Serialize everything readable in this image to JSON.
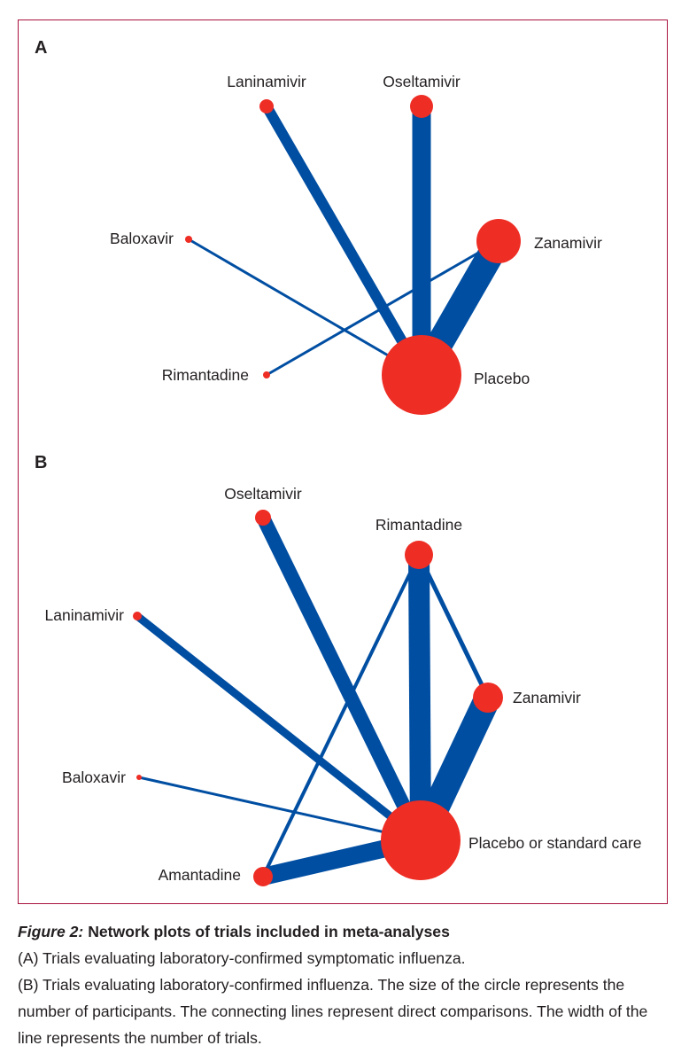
{
  "colors": {
    "node": "#ee2d24",
    "edge": "#004ea2",
    "frame": "#a8123e",
    "text": "#231f20"
  },
  "panels": [
    {
      "letter": "A",
      "nodes": [
        {
          "id": "laninamivir",
          "label": "Laninamivir"
        },
        {
          "id": "oseltamivir",
          "label": "Oseltamivir"
        },
        {
          "id": "baloxavir",
          "label": "Baloxavir"
        },
        {
          "id": "zanamivir",
          "label": "Zanamivir"
        },
        {
          "id": "rimantadine",
          "label": "Rimantadine"
        },
        {
          "id": "placebo",
          "label": "Placebo"
        }
      ],
      "edges": [
        {
          "from": "laninamivir",
          "to": "placebo"
        },
        {
          "from": "oseltamivir",
          "to": "placebo"
        },
        {
          "from": "baloxavir",
          "to": "placebo"
        },
        {
          "from": "zanamivir",
          "to": "placebo"
        },
        {
          "from": "rimantadine",
          "to": "zanamivir"
        }
      ]
    },
    {
      "letter": "B",
      "nodes": [
        {
          "id": "oseltamivir",
          "label": "Oseltamivir"
        },
        {
          "id": "rimantadine",
          "label": "Rimantadine"
        },
        {
          "id": "laninamivir",
          "label": "Laninamivir"
        },
        {
          "id": "zanamivir",
          "label": "Zanamivir"
        },
        {
          "id": "baloxavir",
          "label": "Baloxavir"
        },
        {
          "id": "amantadine",
          "label": "Amantadine"
        },
        {
          "id": "placebo",
          "label": "Placebo or standard care"
        }
      ],
      "edges": [
        {
          "from": "oseltamivir",
          "to": "placebo"
        },
        {
          "from": "laninamivir",
          "to": "placebo"
        },
        {
          "from": "rimantadine",
          "to": "placebo"
        },
        {
          "from": "zanamivir",
          "to": "placebo"
        },
        {
          "from": "baloxavir",
          "to": "placebo"
        },
        {
          "from": "amantadine",
          "to": "placebo"
        },
        {
          "from": "rimantadine",
          "to": "zanamivir"
        },
        {
          "from": "amantadine",
          "to": "rimantadine"
        }
      ]
    }
  ],
  "caption": {
    "figure_label": "Figure 2:",
    "title": "Network plots of trials included in meta-analyses",
    "line_a": "(A) Trials evaluating laboratory-confirmed symptomatic influenza.",
    "line_b": "(B) Trials evaluating laboratory-confirmed influenza. The size of the circle represents the number of participants. The connecting lines represent direct comparisons. The width of the line represents the number of trials."
  }
}
